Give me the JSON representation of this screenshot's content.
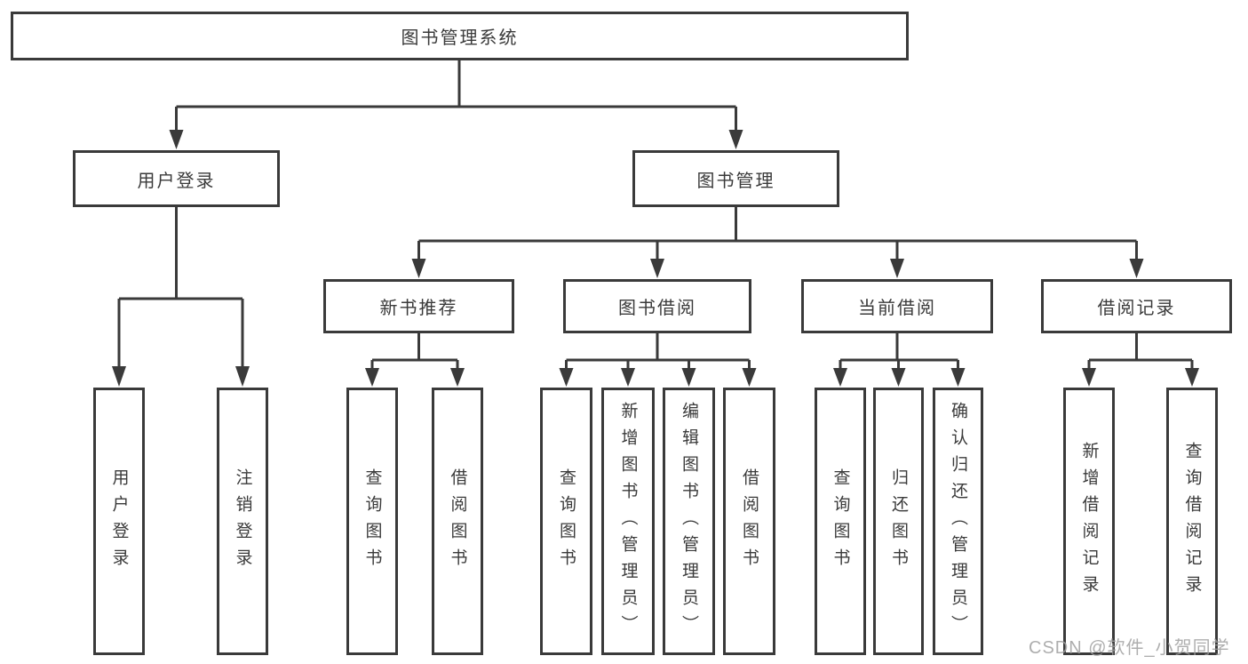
{
  "diagram": {
    "type": "hierarchy",
    "root": {
      "label": "图书管理系统"
    },
    "branches": {
      "user_login": {
        "label": "用户登录",
        "children": [
          {
            "label": "用户登录"
          },
          {
            "label": "注销登录"
          }
        ]
      },
      "book_management": {
        "label": "图书管理",
        "children": {
          "new_book": {
            "label": "新书推荐",
            "children": [
              {
                "label": "查询图书"
              },
              {
                "label": "借阅图书"
              }
            ]
          },
          "book_borrow": {
            "label": "图书借阅",
            "children": [
              {
                "label": "查询图书"
              },
              {
                "label": "新增图书（管理员）"
              },
              {
                "label": "编辑图书（管理员）"
              },
              {
                "label": "借阅图书"
              }
            ]
          },
          "current_borrow": {
            "label": "当前借阅",
            "children": [
              {
                "label": "查询图书"
              },
              {
                "label": "归还图书"
              },
              {
                "label": "确认归还（管理员）"
              }
            ]
          },
          "borrow_record": {
            "label": "借阅记录",
            "children": [
              {
                "label": "新增借阅记录"
              },
              {
                "label": "查询借阅记录"
              }
            ]
          }
        }
      }
    },
    "watermark": "CSDN @软件_小贺同学",
    "colors": {
      "line": "#3a3a3a",
      "text": "#3a3a3a",
      "watermark": "#a0a0a0",
      "background": "#ffffff"
    }
  }
}
